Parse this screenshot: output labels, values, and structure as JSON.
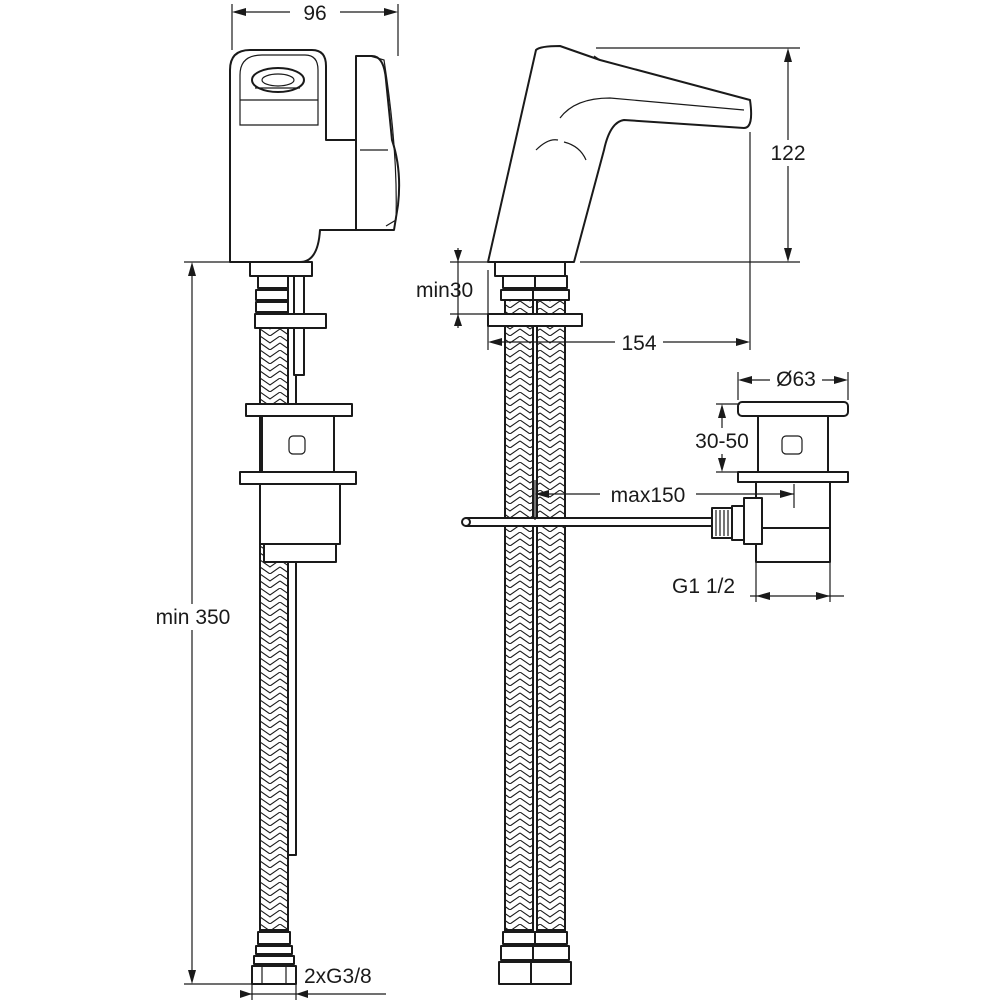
{
  "drawing": {
    "dimensions": {
      "body_width": "96",
      "height": "122",
      "min_clearance": "min30",
      "spout_reach": "154",
      "drain_diameter": "Ø63",
      "drain_adjust": "30-50",
      "rod_length": "max150",
      "drain_thread": "G1 1/2",
      "hose_length": "min 350",
      "hose_thread": "2xG3/8"
    }
  }
}
